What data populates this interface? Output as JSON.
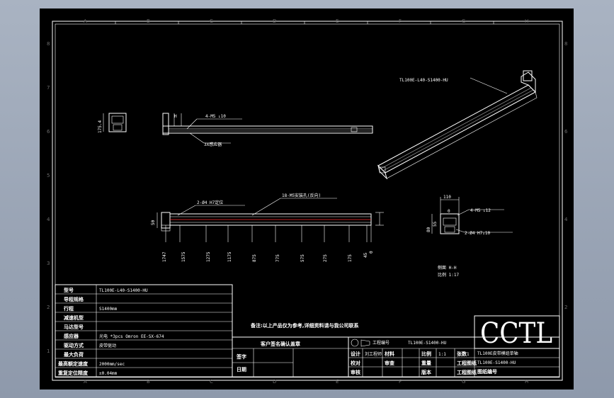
{
  "colors": {
    "background": "#9aa4b4",
    "sheet": "#000000",
    "line": "#ffffff",
    "accent_red": "#ff3030",
    "hidden_line": "#8a8a8a"
  },
  "grid_labels": {
    "top": [
      "A",
      "B",
      "C",
      "D",
      "E",
      "F",
      "G",
      "H"
    ],
    "side": [
      "8",
      "7",
      "6",
      "5",
      "4",
      "3",
      "2",
      "1"
    ]
  },
  "iso_view": {
    "callout": "TL100E-L40-S1400-HU"
  },
  "front_view": {
    "dim_height": "175.4",
    "dim_h_label": "H",
    "hole_callout": "4-M5 ↓10",
    "part_label": "3X感应器"
  },
  "plan_view": {
    "left_hole_callout": "2-Ø4 H7定位",
    "hole_row_callout": "18-M5安装孔(反向)",
    "left_dim": "50",
    "bottom_dims": [
      "1747",
      "1575",
      "1275",
      "1175",
      "875",
      "775",
      "575",
      "275",
      "175",
      "45",
      "0"
    ]
  },
  "section_view": {
    "width_dim": "110",
    "left_dim": "0",
    "thread_callout": "4-M5 ↓12",
    "pin_callout": "2-Ø4 H7↓10",
    "side_dims": [
      "80",
      "55"
    ],
    "title": "侧面 H-H",
    "scale": "比例 1:17"
  },
  "spec_table": {
    "rows": [
      {
        "label": "型号",
        "value": "TL100E-L40-S1400-HU"
      },
      {
        "label": "导程规格",
        "value": ""
      },
      {
        "label": "行程",
        "value": "S1400mm"
      },
      {
        "label": "减速机型",
        "value": ""
      },
      {
        "label": "马达型号",
        "value": ""
      },
      {
        "label": "感应器",
        "value": "光电 *3pcs Omron EE-SX-674"
      },
      {
        "label": "驱动方式",
        "value": "皮带驱动"
      },
      {
        "label": "最大负荷",
        "value": ""
      },
      {
        "label": "最高额定速度",
        "value": "2000mm/sec"
      },
      {
        "label": "重复定位精度",
        "value": "±0.04mm"
      }
    ]
  },
  "note": "备注:以上产品仅为参考,详细资料请与我公司联系",
  "customer_confirm": {
    "title": "客户签名确认盖章",
    "row1": "签字",
    "row2": "日期"
  },
  "title_block": {
    "drawing_no_label": "工程编号",
    "drawing_no": "TL100E-S1400-HU",
    "brand": "CCTL",
    "product": "TL100E皮带模组单轴",
    "model": "TL100E-S1400-HU",
    "cells": [
      {
        "label": "设计",
        "value": "刘工程师"
      },
      {
        "label": "校对",
        "value": ""
      },
      {
        "label": "审核",
        "value": ""
      },
      {
        "label": "材料",
        "value": ""
      },
      {
        "label": "比例",
        "value": "1:1"
      },
      {
        "label": "审查",
        "value": ""
      },
      {
        "label": "重量",
        "value": ""
      },
      {
        "label": "张数",
        "value": "1"
      },
      {
        "label": "版本",
        "value": ""
      },
      {
        "label": "图纸编号",
        "value": ""
      },
      {
        "label": "工程图纸",
        "value": ""
      },
      {
        "label": "工程图纸",
        "value": ""
      }
    ]
  }
}
